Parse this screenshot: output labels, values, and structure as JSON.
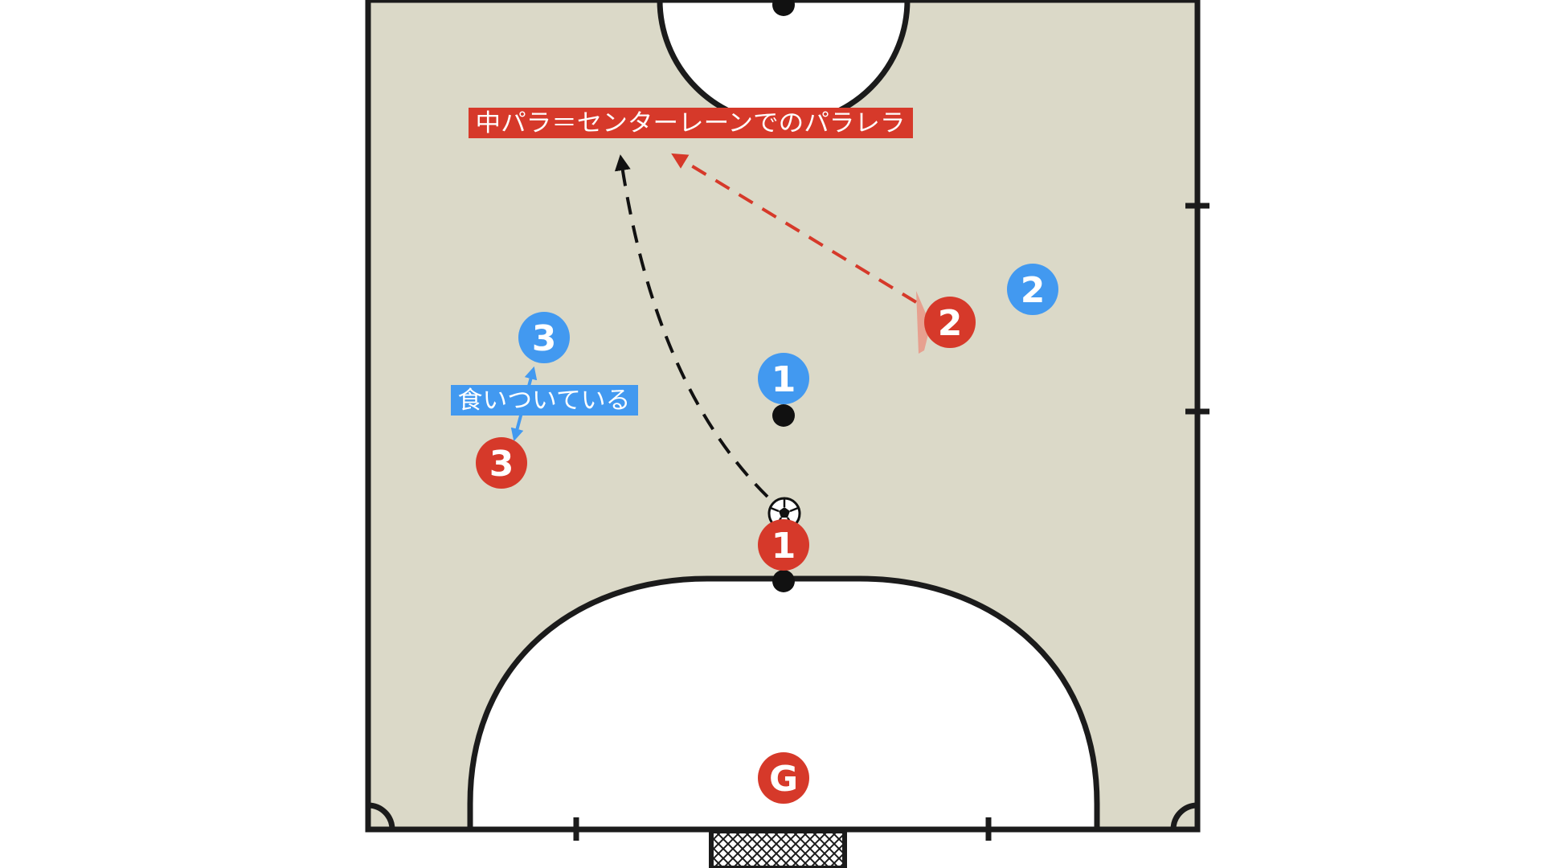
{
  "colors": {
    "court_floor": "#dbd9c8",
    "court_line": "#1b1b1b",
    "area": "#ffffff",
    "team_red": "#d6392a",
    "team_blue": "#4299f0",
    "pass_line": "#111111",
    "run_line": "#d6392a",
    "press_arrow": "#4299f0"
  },
  "annotations": {
    "parallel_caption": "中パラ＝センターレーンでのパラレラ",
    "pressing_caption": "食いついている"
  },
  "players": {
    "red_1": "1",
    "red_2": "2",
    "red_3": "3",
    "red_goalkeeper": "G",
    "blue_1": "1",
    "blue_2": "2",
    "blue_3": "3"
  },
  "icons": {
    "ball": "soccer-ball-icon",
    "goal": "goal-net-icon",
    "cones": "marker-cone-icon"
  }
}
